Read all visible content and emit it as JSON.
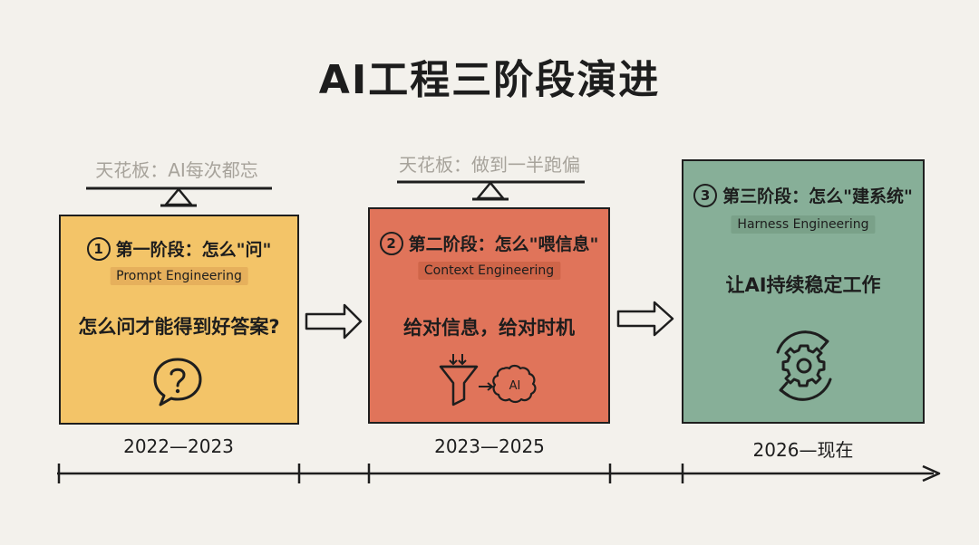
{
  "title": "AI工程三阶段演进",
  "stages": [
    {
      "number": "1",
      "heading": "第一阶段：怎么\"问\"",
      "tag": "Prompt Engineering",
      "question": "怎么问才能得到好答案?",
      "icon": "speech-bubble-question-icon",
      "ceiling": "天花板：AI每次都忘",
      "years": "2022—2023",
      "color": "#f3c468"
    },
    {
      "number": "2",
      "heading": "第二阶段：怎么\"喂信息\"",
      "tag": "Context Engineering",
      "question": "给对信息，给对时机",
      "icon": "funnel-to-ai-brain-icon",
      "icon_text": "AI",
      "ceiling": "天花板：做到一半跑偏",
      "years": "2023—2025",
      "color": "#e0745a"
    },
    {
      "number": "3",
      "heading": "第三阶段：怎么\"建系统\"",
      "tag": "Harness Engineering",
      "question": "让AI持续稳定工作",
      "icon": "gear-cycle-icon",
      "years": "2026—现在",
      "color": "#87af98"
    }
  ]
}
